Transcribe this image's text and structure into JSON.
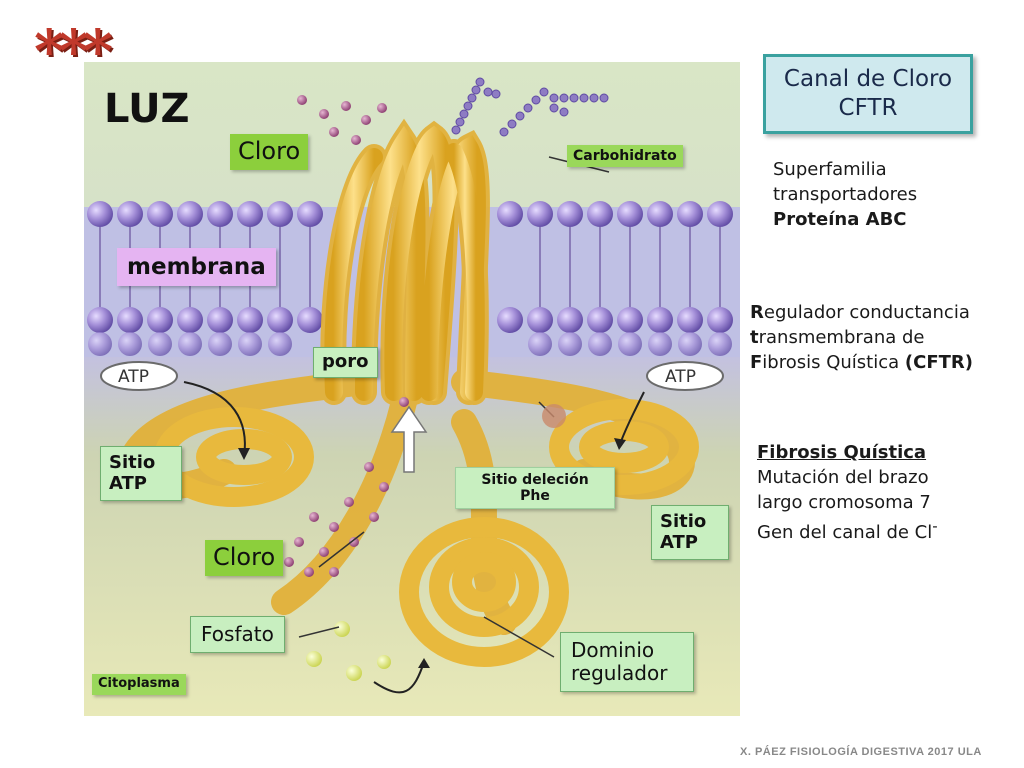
{
  "header": {
    "stars": "***",
    "luz": "LUZ"
  },
  "labels": {
    "cloro_top": "Cloro",
    "carbohidrato": "Carbohidrato",
    "membrana": "membrana",
    "poro": "poro",
    "sitio_atp_left_1": "Sitio",
    "sitio_atp_left_2": "ATP",
    "sitio_atp_right_1": "Sitio",
    "sitio_atp_right_2": "ATP",
    "sitio_delecion_1": "Sitio deleción",
    "sitio_delecion_2": "Phe",
    "cloro_bottom": "Cloro",
    "fosfato": "Fosfato",
    "dominio_1": "Dominio",
    "dominio_2": "regulador",
    "citoplasma": "Citoplasma",
    "atp_left": "ATP",
    "atp_right": "ATP"
  },
  "title_box": {
    "line1": "Canal de Cloro",
    "line2": "CFTR"
  },
  "superfamily": {
    "line1": "Superfamilia",
    "line2": "transportadores",
    "line3": "Proteína ABC"
  },
  "regulator": {
    "l1_initial": "R",
    "l1_rest": "egulador conductancia",
    "l2_initial": "t",
    "l2_rest": "ransmembrana de",
    "l3_initial": "F",
    "l3_rest": "ibrosis Quística ",
    "l3_abbrev": "(CFTR)"
  },
  "fibrosis": {
    "title": "Fibrosis Quística",
    "line1": "Mutación del brazo",
    "line2": "largo cromosoma 7",
    "line3": "Gen del canal de Cl",
    "line3_sup": "-"
  },
  "footer": "X. PÁEZ   FISIOLOGÍA DIGESTIVA 2017  ULA",
  "colors": {
    "membrane_bg": "#c7c9e8",
    "lipid_head": "#8e7cc3",
    "protein": "#f2c94c",
    "title_border": "#3aa19f",
    "title_fill": "#cfe9ee",
    "green_label": "#8ccf3c",
    "mint_label": "#c8efc0",
    "lilac_label": "#e5b4f2"
  }
}
